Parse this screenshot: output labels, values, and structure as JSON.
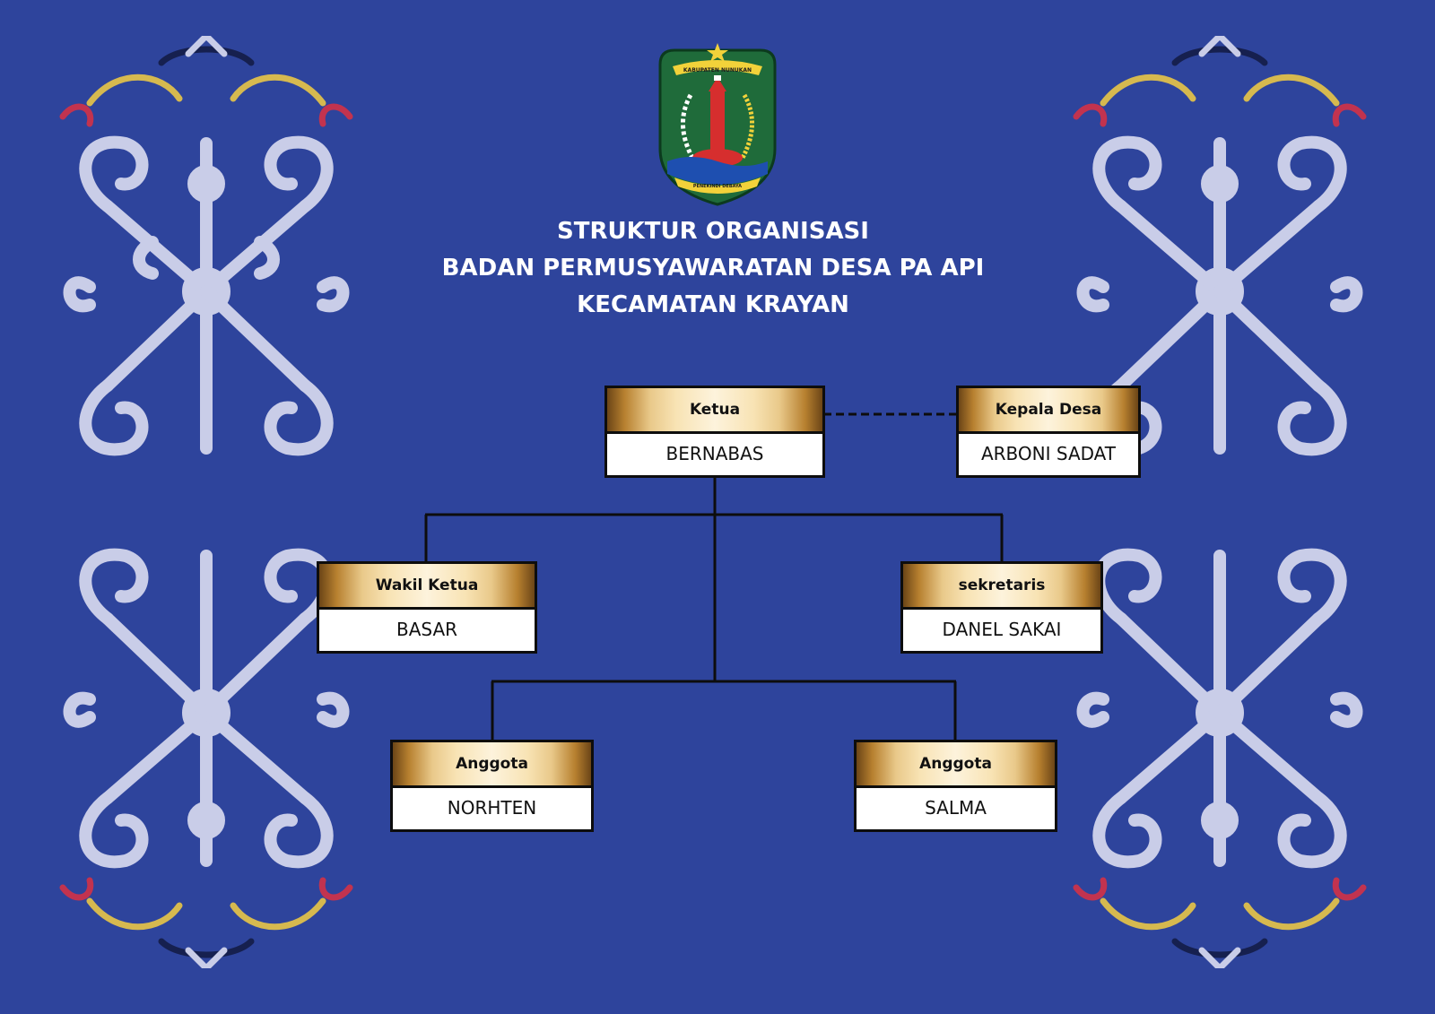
{
  "title": {
    "line1": "STRUKTUR ORGANISASI",
    "line2": "BADAN PERMUSYAWARATAN DESA PA API",
    "line3": "KECAMATAN KRAYAN"
  },
  "emblem": {
    "top_text": "KABUPATEN NUNUKAN",
    "bottom_text": "PENEKINDI DEBAYA"
  },
  "colors": {
    "background": "#2e449c",
    "ornament": "#c9cde8",
    "gold": "#e9c98a",
    "line": "#0d0d0d"
  },
  "org": {
    "ketua": {
      "role": "Ketua",
      "name": "BERNABAS"
    },
    "kepala_desa": {
      "role": "Kepala Desa",
      "name": "ARBONI SADAT"
    },
    "wakil_ketua": {
      "role": "Wakil Ketua",
      "name": "BASAR"
    },
    "sekretaris": {
      "role": "sekretaris",
      "name": "DANEL SAKAI"
    },
    "anggota_1": {
      "role": "Anggota",
      "name": "NORHTEN"
    },
    "anggota_2": {
      "role": "Anggota",
      "name": "SALMA"
    }
  }
}
